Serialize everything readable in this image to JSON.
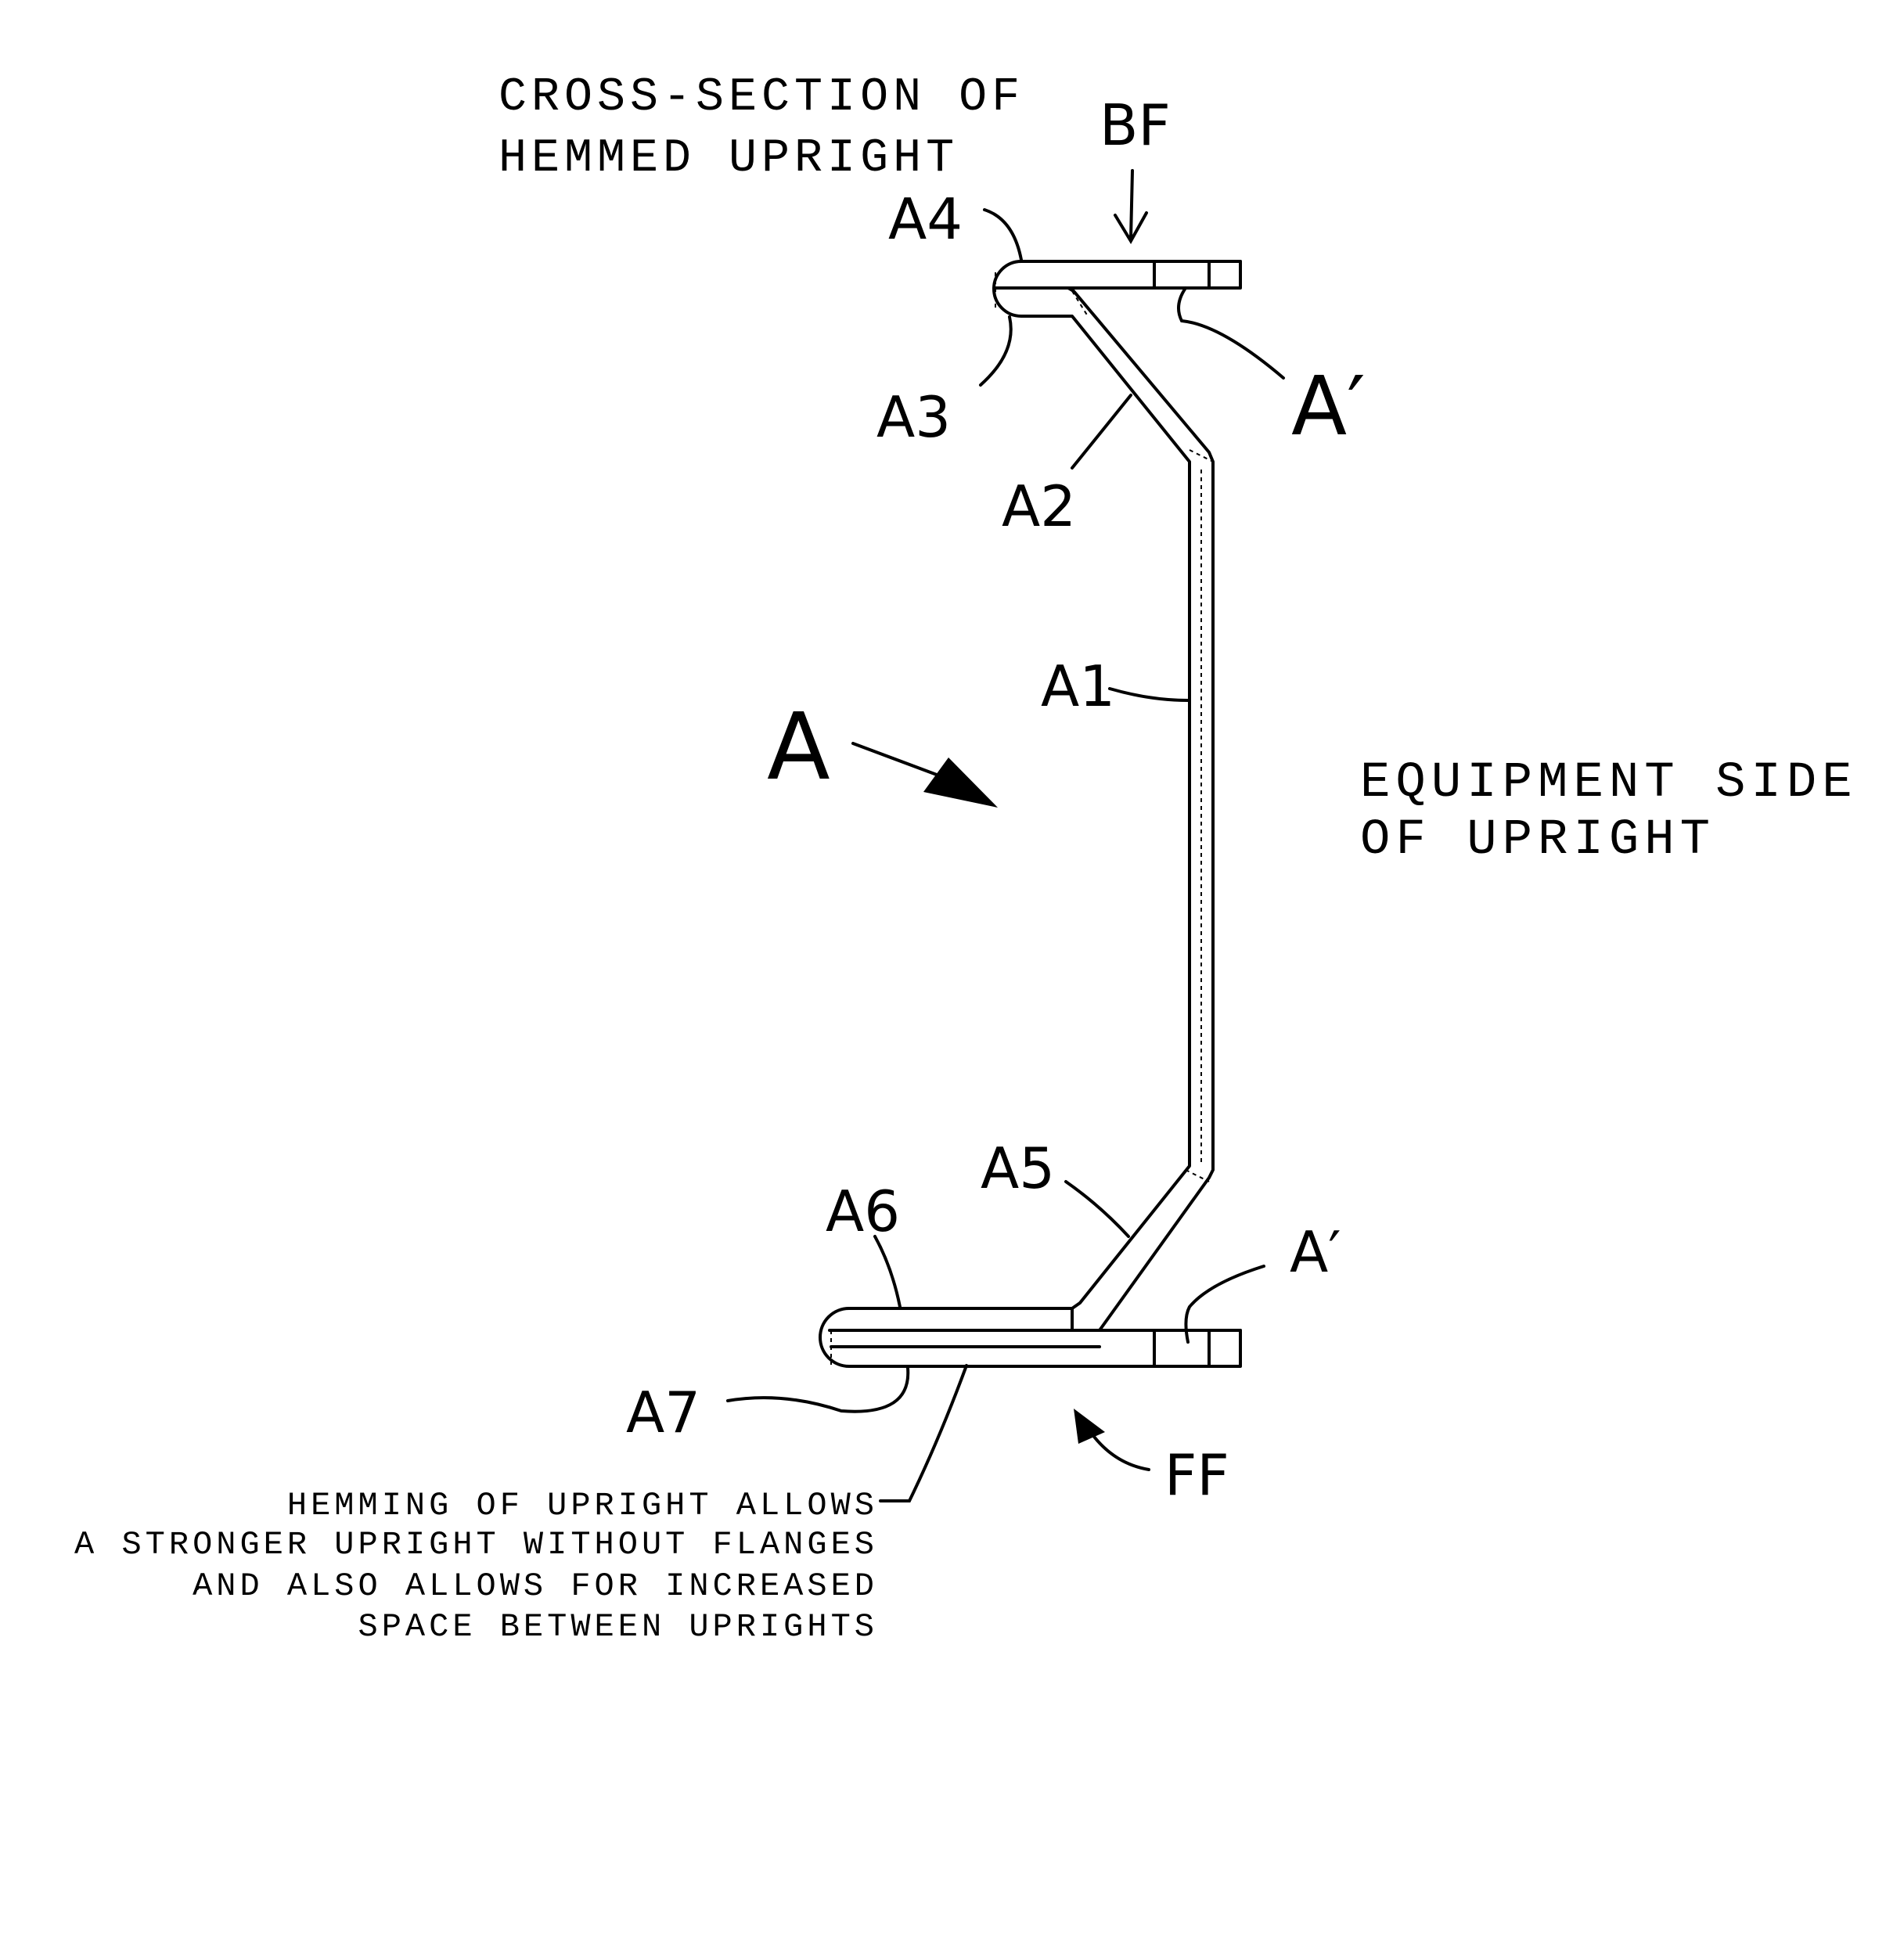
{
  "title": {
    "line1": "CROSS-SECTION OF",
    "line2": "HEMMED UPRIGHT"
  },
  "side_label": {
    "line1": "EQUIPMENT SIDE",
    "line2": "OF UPRIGHT"
  },
  "note": {
    "line1": "HEMMING OF UPRIGHT ALLOWS",
    "line2": "A STRONGER UPRIGHT WITHOUT FLANGES",
    "line3": "AND ALSO ALLOWS FOR INCREASED",
    "line4": "SPACE BETWEEN UPRIGHTS"
  },
  "reference_labels": {
    "bf": "BF",
    "ff": "FF",
    "a": "A",
    "a1": "A1",
    "a2": "A2",
    "a3": "A3",
    "a4": "A4",
    "a5": "A5",
    "a6": "A6",
    "a7": "A7",
    "a_prime_top": "A′",
    "a_prime_bottom": "A′"
  },
  "colors": {
    "ink": "#000000",
    "paper": "#ffffff"
  }
}
